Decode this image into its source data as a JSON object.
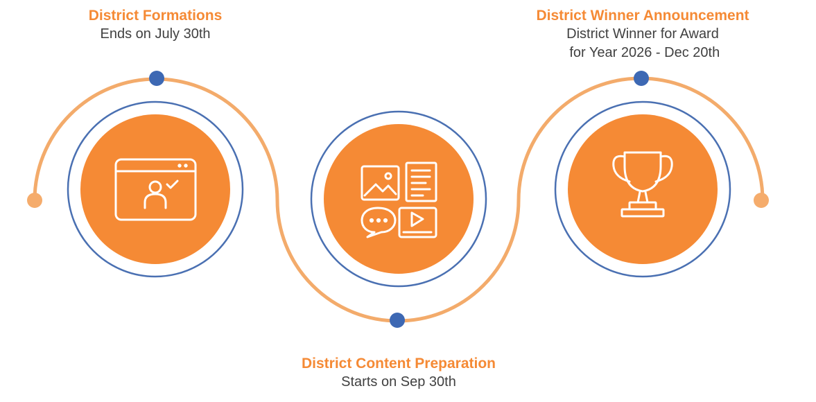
{
  "colors": {
    "accent": "#f58a35",
    "track": "#f3ab6b",
    "ring": "#4a70b2",
    "node": "#3d68b3",
    "icon": "#ffffff",
    "text": "#404040"
  },
  "steps": [
    {
      "title": "District Formations",
      "description": "Ends on July 30th",
      "icon": "user-check-window-icon"
    },
    {
      "title": "District Content Preparation",
      "description": "Starts on Sep 30th",
      "icon": "content-media-icon"
    },
    {
      "title": "District Winner Announcement",
      "description_lines": [
        "District Winner for Award",
        " for Year 2026 - Dec 20th"
      ],
      "icon": "trophy-icon"
    }
  ]
}
